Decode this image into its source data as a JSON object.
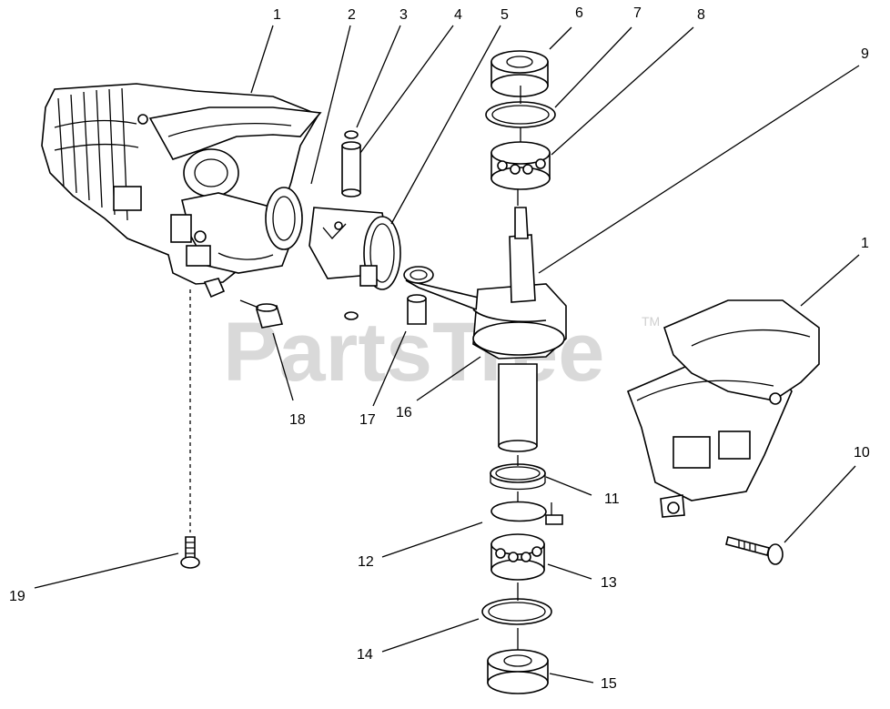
{
  "watermark": {
    "text": "PartsTree",
    "tm": "TM"
  },
  "callouts": [
    "1",
    "2",
    "3",
    "4",
    "5",
    "6",
    "7",
    "8",
    "9",
    "1",
    "10",
    "11",
    "12",
    "13",
    "14",
    "15",
    "16",
    "17",
    "18",
    "19"
  ]
}
